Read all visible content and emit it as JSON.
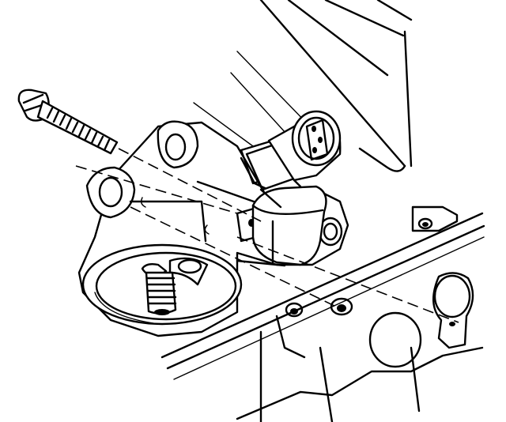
{
  "illustration": {
    "style": "technical line drawing",
    "stroke_color": "#000000",
    "background_color": "#ffffff",
    "parts": [
      {
        "name": "mounting-bolt"
      },
      {
        "name": "electrical-connector"
      },
      {
        "name": "sensor-body"
      },
      {
        "name": "oil-filter-adapter-housing"
      },
      {
        "name": "engine-block"
      },
      {
        "name": "threaded-stud"
      }
    ]
  }
}
